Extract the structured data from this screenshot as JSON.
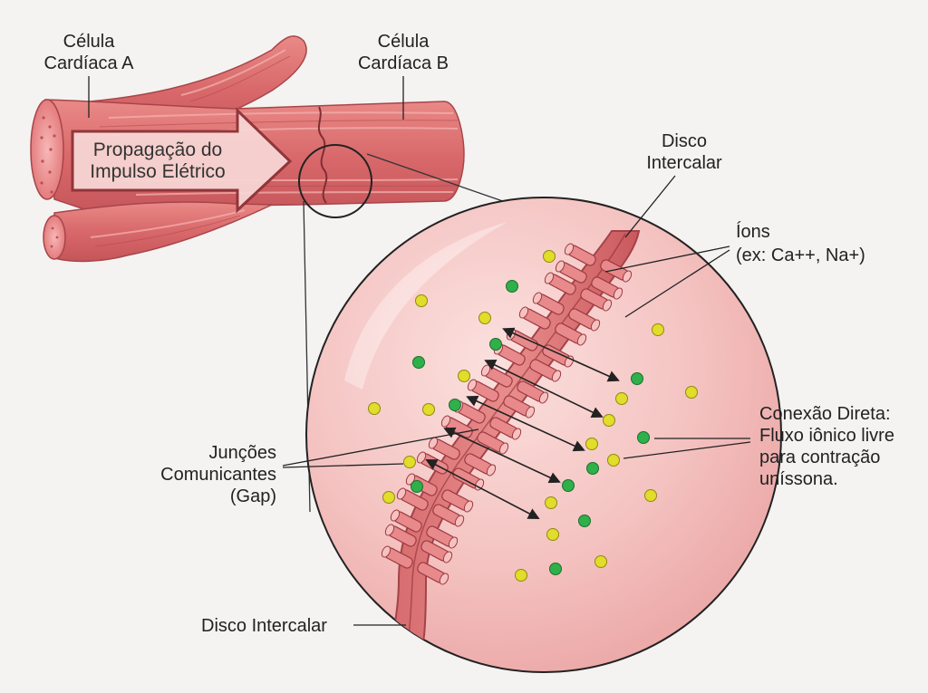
{
  "labels": {
    "cell_a": [
      "Célula",
      "Cardíaca A"
    ],
    "cell_b": [
      "Célula",
      "Cardíaca B"
    ],
    "propagation": [
      "Propagação do",
      "Impulso Elétrico"
    ],
    "disc_top": [
      "Disco",
      "Intercalar"
    ],
    "ions": [
      "Íons",
      "(ex: Ca++, Na+)"
    ],
    "gap": [
      "Junções",
      "Comunicantes",
      "(Gap)"
    ],
    "connection": [
      "Conexão Direta:",
      "Fluxo iônico livre",
      "para contração",
      "uníssona."
    ],
    "disc_bottom": "Disco Intercalar"
  },
  "colors": {
    "muscle": "#d9696a",
    "muscle_dark": "#b84a4e",
    "muscle_light": "#f0a9a6",
    "circle_fill": "#f4c4c2",
    "ion_yellow": "#e2dc2a",
    "ion_green": "#2fb04a",
    "background": "#f4f3f2"
  },
  "icons": {
    "arrow": "propagation-arrow",
    "yellow_ion": "ion-dot-yellow",
    "green_ion": "ion-dot-green"
  }
}
